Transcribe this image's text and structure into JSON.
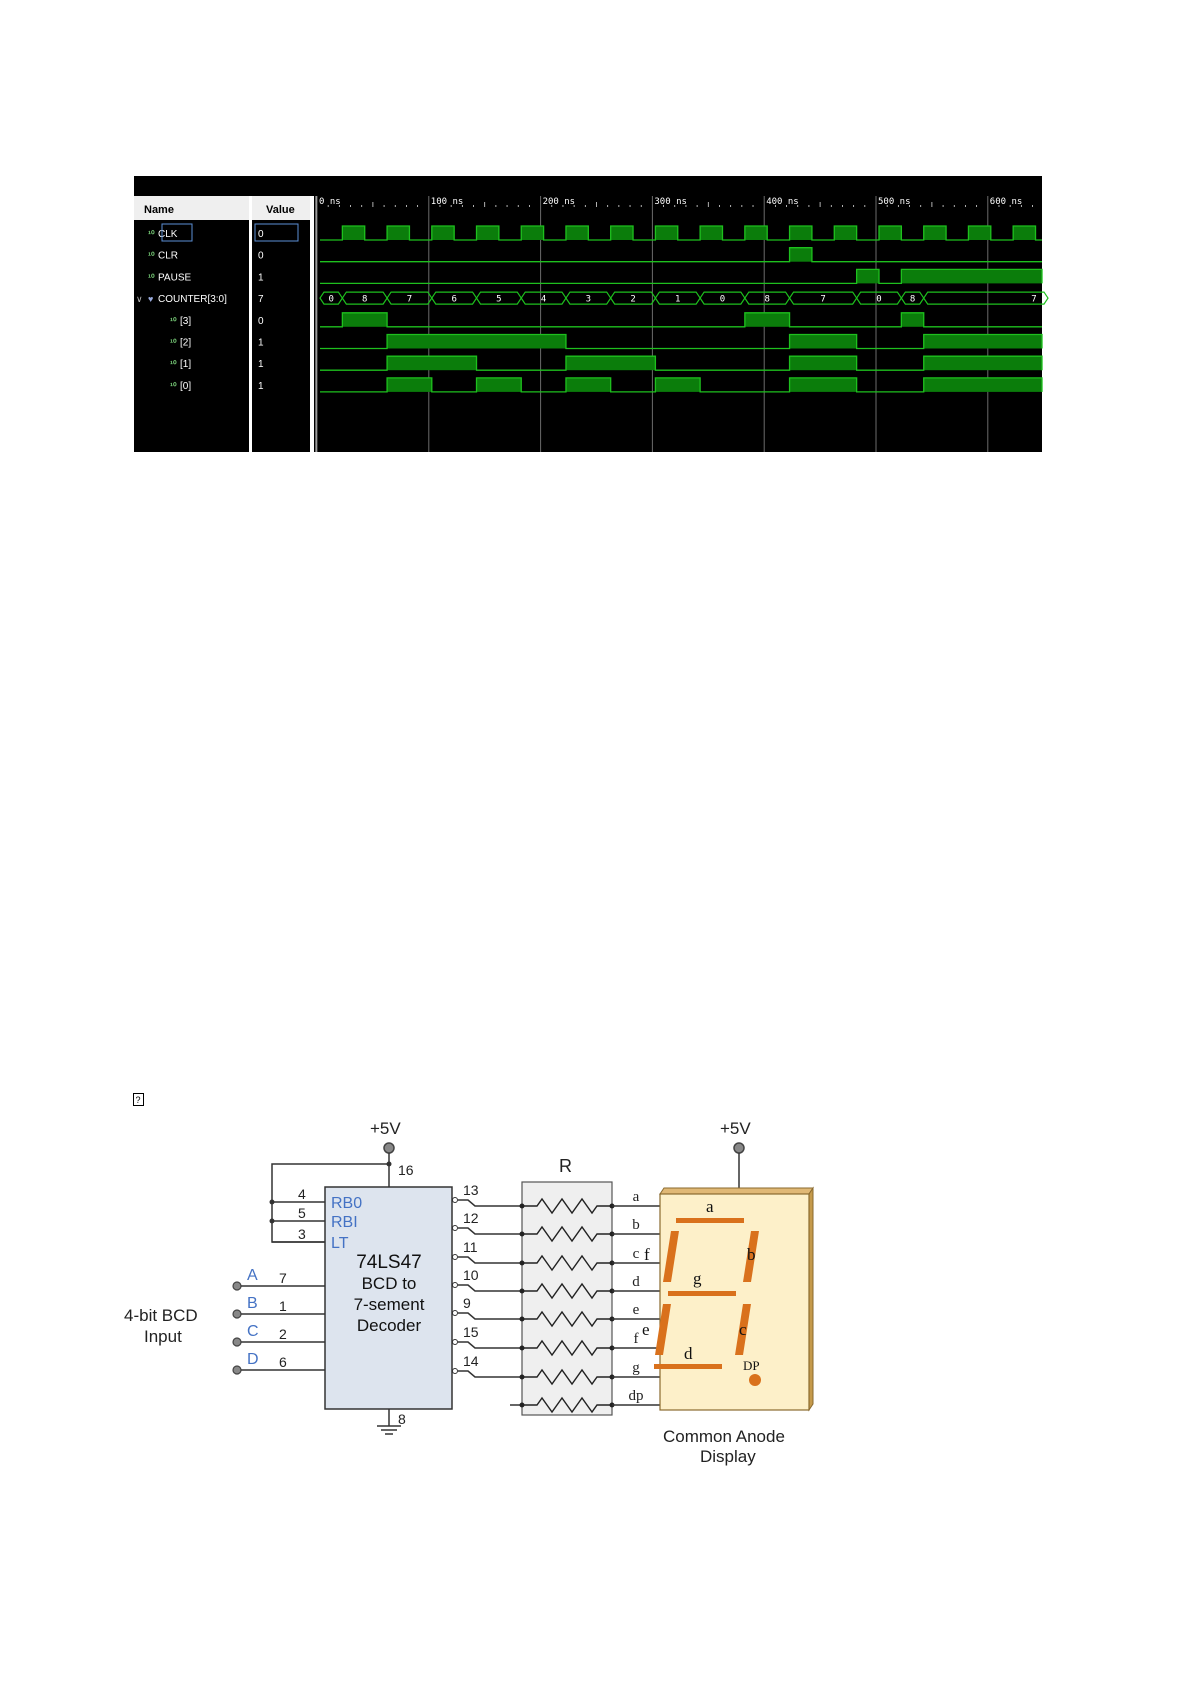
{
  "waveform": {
    "header": {
      "name_label": "Name",
      "value_label": "Value"
    },
    "time_ticks": [
      "0 ns",
      "100 ns",
      "200 ns",
      "300 ns",
      "400 ns",
      "500 ns",
      "600 ns"
    ],
    "signals": [
      {
        "name": "CLK",
        "value": "0",
        "kind": "bit"
      },
      {
        "name": "CLR",
        "value": "0",
        "kind": "bit"
      },
      {
        "name": "PAUSE",
        "value": "1",
        "kind": "bit"
      },
      {
        "name": "COUNTER[3:0]",
        "value": "7",
        "kind": "bus"
      },
      {
        "name": "[3]",
        "value": "0",
        "kind": "bit"
      },
      {
        "name": "[2]",
        "value": "1",
        "kind": "bit"
      },
      {
        "name": "[1]",
        "value": "1",
        "kind": "bit"
      },
      {
        "name": "[0]",
        "value": "1",
        "kind": "bit"
      }
    ],
    "bus_values": [
      "0",
      "8",
      "7",
      "6",
      "5",
      "4",
      "3",
      "2",
      "1",
      "0",
      "8",
      "7",
      "0",
      "8",
      "7"
    ],
    "colors": {
      "background": "#000000",
      "trace": "#1ec01e",
      "fill": "#0b7d0b",
      "grid": "#6b6b6b",
      "text": "#ffffff"
    }
  },
  "broken_image_icon": "broken-image-icon",
  "circuit": {
    "vcc_left": "+5V",
    "vcc_right": "+5V",
    "decoder_pins": {
      "vcc": "16",
      "gnd": "8"
    },
    "control_pins": [
      {
        "num": "4",
        "label": "RB0"
      },
      {
        "num": "5",
        "label": "RBI"
      },
      {
        "num": "3",
        "label": "LT"
      }
    ],
    "input_pins": [
      {
        "letter": "A",
        "num": "7"
      },
      {
        "letter": "B",
        "num": "1"
      },
      {
        "letter": "C",
        "num": "2"
      },
      {
        "letter": "D",
        "num": "6"
      }
    ],
    "input_label_line1": "4-bit BCD",
    "input_label_line2": "Input",
    "chip_lines": [
      "74LS47",
      "BCD to",
      "7-sement",
      "Decoder"
    ],
    "output_pins": [
      "13",
      "12",
      "11",
      "10",
      "9",
      "15",
      "14"
    ],
    "resistor_label": "R",
    "segment_lines": [
      "a",
      "b",
      "c",
      "d",
      "e",
      "f",
      "g",
      "dp"
    ],
    "display_segments": {
      "a": "a",
      "b": "b",
      "c": "c",
      "d": "d",
      "e": "e",
      "f": "f",
      "g": "g",
      "dp": "DP"
    },
    "display_caption_line1": "Common Anode",
    "display_caption_line2": "Display",
    "colors": {
      "chip": "#dde4ee",
      "label_blue": "#4472c4",
      "segment": "#d9711c",
      "display_face": "#fdf0c9",
      "display_side": "#c59a4b"
    }
  }
}
